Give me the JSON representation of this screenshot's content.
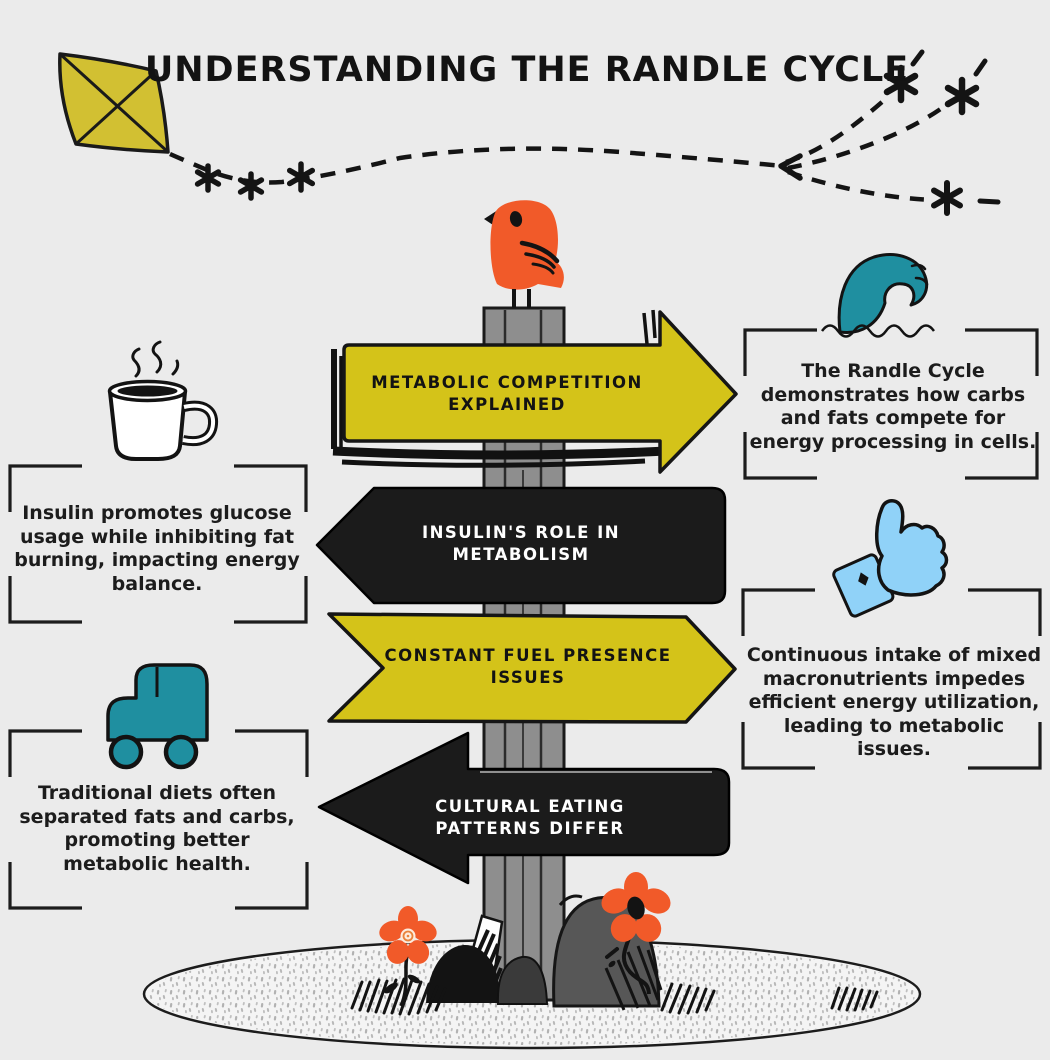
{
  "title": "UNDERSTANDING THE RANDLE CYCLE",
  "colors": {
    "background": "#ebebeb",
    "ink": "#141414",
    "yellow": "#d4c319",
    "kite_yellow": "#d2c032",
    "orange": "#f15a29",
    "teal": "#1f8fa0",
    "light_blue": "#90d2f8",
    "post_gray": "#8e8e8e",
    "arrow_black": "#1b1b1b",
    "white": "#ffffff"
  },
  "signpost": {
    "arrows": [
      {
        "label": "METABOLIC COMPETITION EXPLAINED",
        "direction": "right",
        "style": "yellow"
      },
      {
        "label": "INSULIN'S ROLE IN METABOLISM",
        "direction": "left",
        "style": "black"
      },
      {
        "label": "CONSTANT FUEL PRESENCE ISSUES",
        "direction": "right",
        "style": "yellow"
      },
      {
        "label": "CULTURAL EATING PATTERNS DIFFER",
        "direction": "left",
        "style": "black"
      }
    ]
  },
  "notes": [
    {
      "icon": "wave-icon",
      "side": "right",
      "text": "The Randle Cycle demonstrates how carbs and fats compete for energy processing in cells."
    },
    {
      "icon": "coffee-mug-icon",
      "side": "left",
      "text": "Insulin promotes glucose usage while inhibiting fat burning, impacting energy balance."
    },
    {
      "icon": "thumbs-up-icon",
      "side": "right",
      "text": "Continuous intake of mixed macronutrients impedes efficient energy utilization, leading to metabolic issues."
    },
    {
      "icon": "truck-icon",
      "side": "left",
      "text": "Traditional diets often separated fats and carbs, promoting better metabolic health."
    }
  ],
  "decorations": [
    "kite-icon",
    "sparkle-asterisks",
    "dashed-kite-tail",
    "bird-icon",
    "signpost-pole",
    "ground-mound",
    "rocks",
    "grass-tufts",
    "flower-icon"
  ]
}
